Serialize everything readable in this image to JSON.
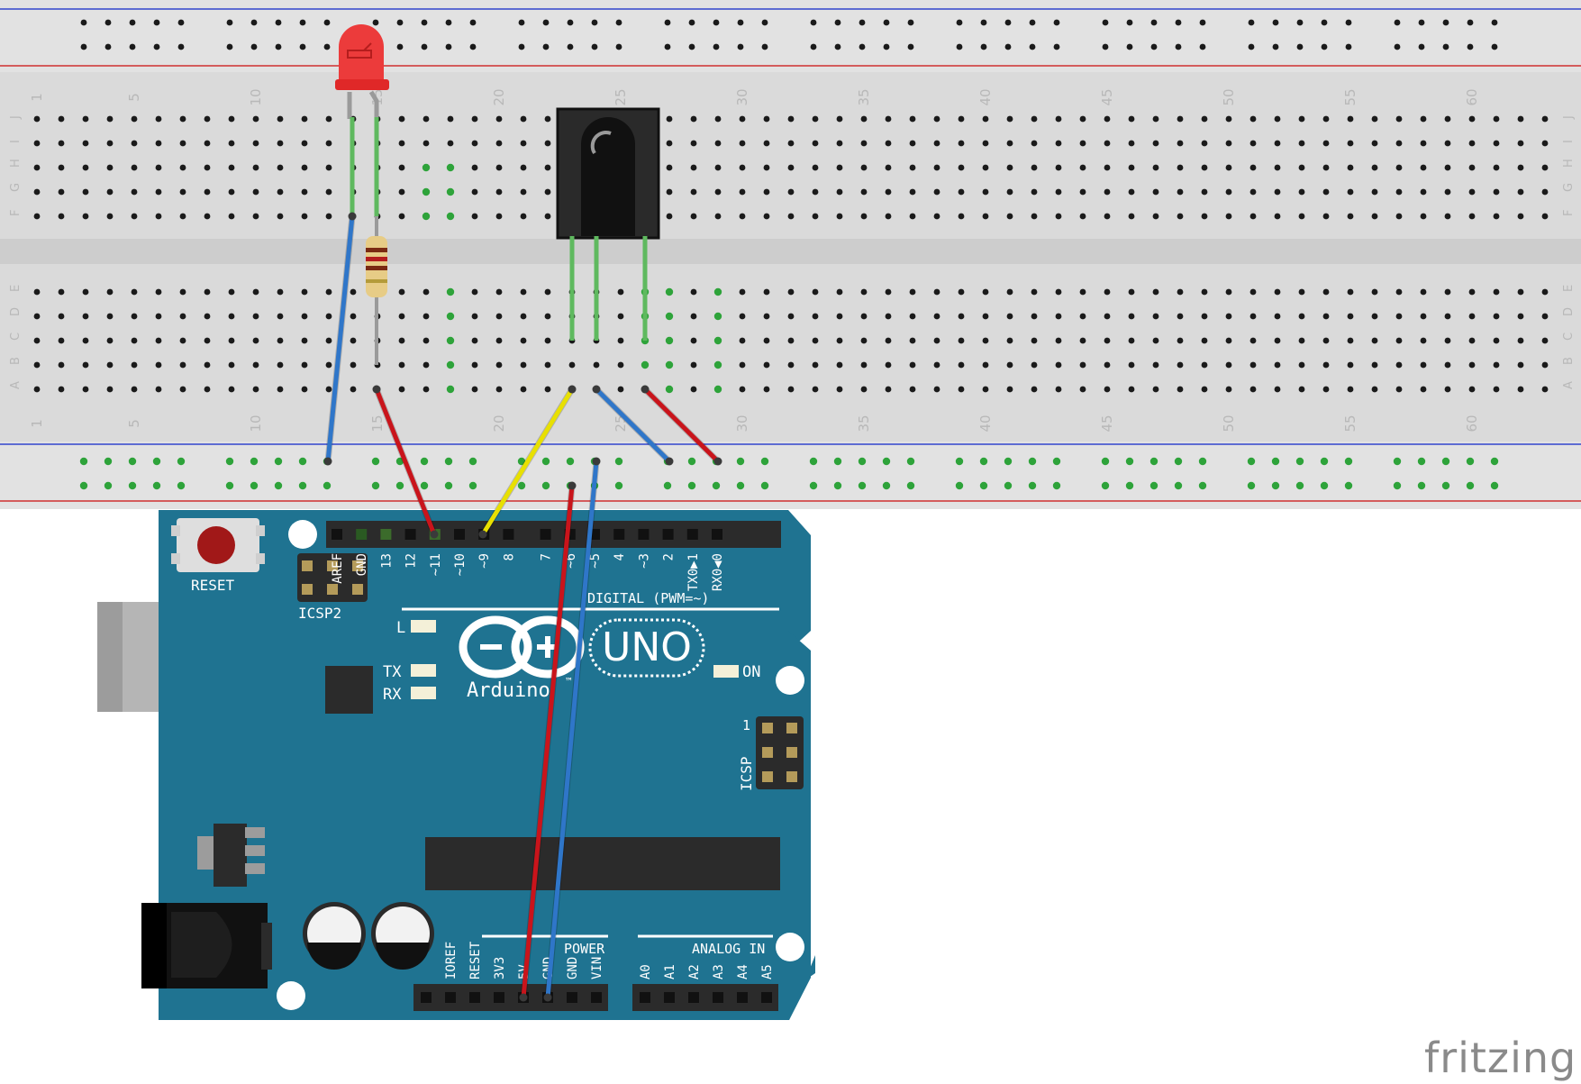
{
  "breadboard": {
    "row_letters_top": [
      "J",
      "I",
      "H",
      "G",
      "F"
    ],
    "row_letters_bottom": [
      "E",
      "D",
      "C",
      "B",
      "A"
    ],
    "column_numbers": [
      "1",
      "5",
      "10",
      "15",
      "20",
      "25",
      "30",
      "35",
      "40",
      "45",
      "50",
      "55",
      "60"
    ]
  },
  "arduino": {
    "reset_label": "RESET",
    "icsp2_label": "ICSP2",
    "icsp_label": "ICSP",
    "icsp_pin1": "1",
    "digital_label": "DIGITAL (PWM=~)",
    "digital_pins": [
      "AREF",
      "GND",
      "13",
      "12",
      "~11",
      "~10",
      "~9",
      "8",
      "7",
      "~6",
      "~5",
      "4",
      "~3",
      "2",
      "TX0▶1",
      "RX0◀0"
    ],
    "led_l": "L",
    "led_tx": "TX",
    "led_rx": "RX",
    "led_on": "ON",
    "logo_text": "Arduino",
    "logo_tm": "™",
    "model": "UNO",
    "power_label": "POWER",
    "power_pins": [
      "IOREF",
      "RESET",
      "3V3",
      "5V",
      "GND",
      "GND",
      "VIN"
    ],
    "analog_label": "ANALOG IN",
    "analog_pins": [
      "A0",
      "A1",
      "A2",
      "A3",
      "A4",
      "A5"
    ]
  },
  "colors": {
    "board": "#1f7391",
    "breadboard": "#dadada",
    "wire_red": "#c9141b",
    "wire_blue": "#2f76c9",
    "wire_yellow": "#e8e000",
    "leg_green": "#5fb95f"
  },
  "watermark": "fritzing"
}
